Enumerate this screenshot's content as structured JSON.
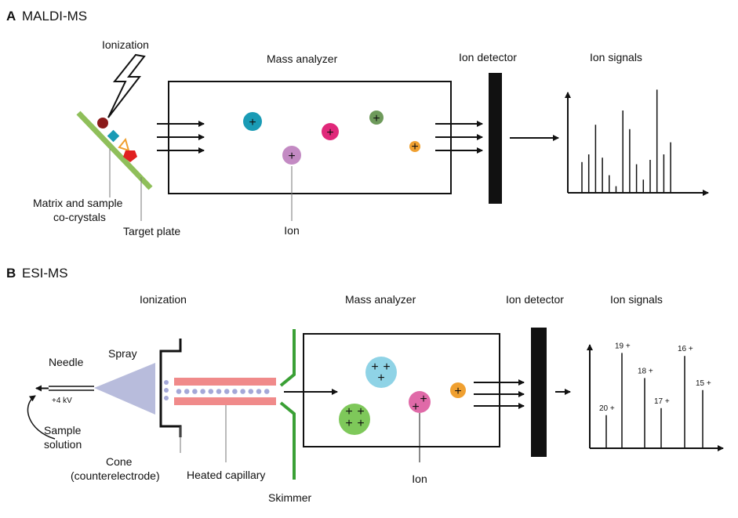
{
  "panel_a": {
    "letter": "A",
    "title": "MALDI-MS",
    "labels": {
      "ionization": "Ionization",
      "mass_analyzer": "Mass analyzer",
      "ion_detector": "Ion detector",
      "ion_signals": "Ion signals",
      "matrix_line1": "Matrix and sample",
      "matrix_line2": "co-crystals",
      "target_plate": "Target plate",
      "ion": "Ion"
    },
    "ion_colors": [
      "#1a9bb5",
      "#c38ac3",
      "#e0287a",
      "#6e9a5b",
      "#f0a030"
    ],
    "sample_colors": [
      "#8b1a1a",
      "#1a9bb5",
      "#f0a030",
      "#e02020"
    ],
    "plate_color": "#8fbf5a",
    "spectrum_relative_heights": [
      0.28,
      0.35,
      0.62,
      0.32,
      0.16,
      0.06,
      0.75,
      0.58,
      0.26,
      0.12,
      0.3,
      0.94,
      0.35,
      0.46
    ]
  },
  "panel_b": {
    "letter": "B",
    "title": "ESI-MS",
    "labels": {
      "ionization": "Ionization",
      "mass_analyzer": "Mass analyzer",
      "ion_detector": "Ion detector",
      "ion_signals": "Ion signals",
      "needle": "Needle",
      "voltage": "+4 kV",
      "spray": "Spray",
      "sample_line1": "Sample",
      "sample_line2": "solution",
      "cone_line1": "Cone",
      "cone_line2": "(counterelectrode)",
      "heated_capillary": "Heated capillary",
      "skimmer": "Skimmer",
      "ion": "Ion"
    },
    "charge_peaks": [
      {
        "label": "20 +",
        "relative_height": 0.33
      },
      {
        "label": "19 +",
        "relative_height": 0.95
      },
      {
        "label": "18 +",
        "relative_height": 0.7
      },
      {
        "label": "17 +",
        "relative_height": 0.4
      },
      {
        "label": "16 +",
        "relative_height": 0.92
      },
      {
        "label": "15 +",
        "relative_height": 0.58
      }
    ],
    "ion_colors": [
      "#8fd3e6",
      "#7ec85a",
      "#e06aa8",
      "#f0a030"
    ],
    "capillary_color": "#f08a8a",
    "droplet_color": "#a4a8d8",
    "spray_color": "#b8bcdc",
    "skimmer_color": "#3aa035"
  }
}
